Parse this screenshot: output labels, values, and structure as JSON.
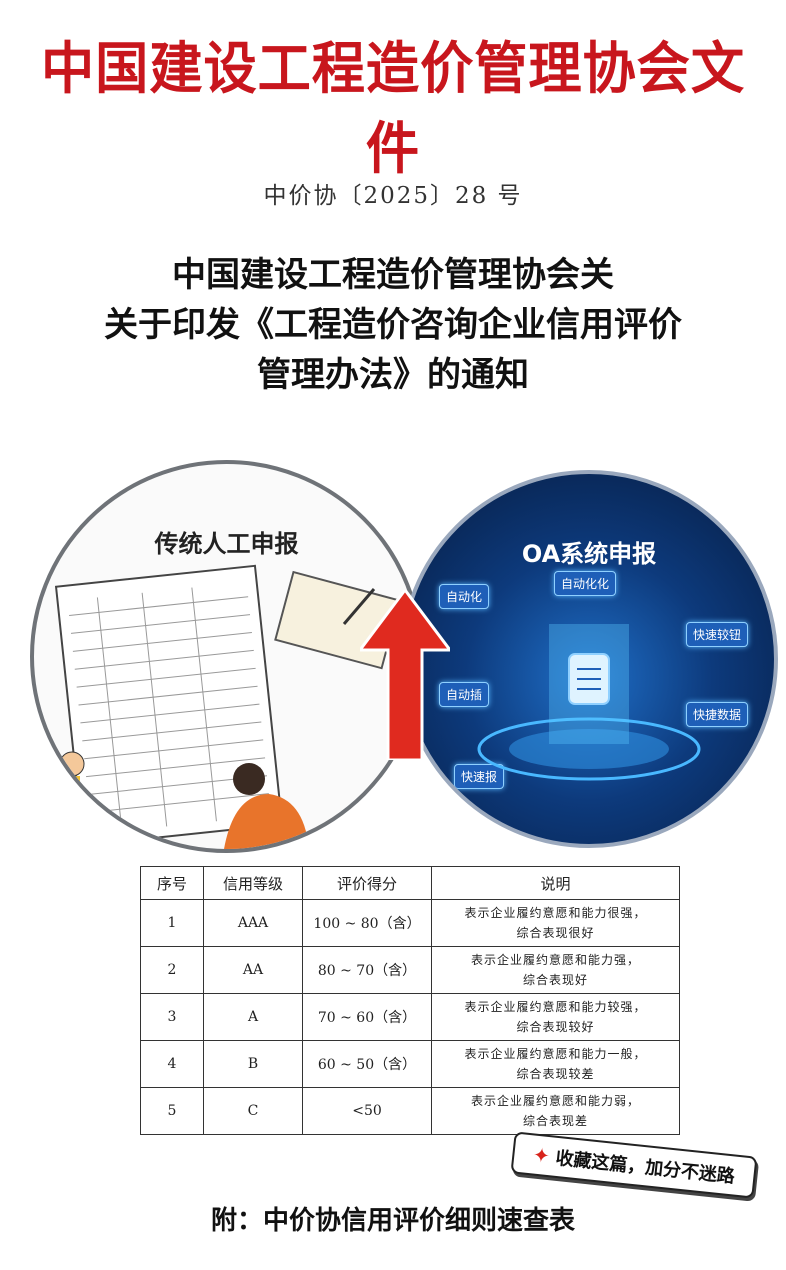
{
  "header": {
    "title": "中国建设工程造价管理协会文件"
  },
  "doc_number": "中价协〔2025〕28 号",
  "notice": {
    "line1": "中国建设工程造价管理协会关",
    "line2": "关于印发《工程造价咨询企业信用评价",
    "line3": "管理办法》的通知"
  },
  "illustration": {
    "left_label": "传统人工申报",
    "right_label": "OA系统申报",
    "oa_tags": [
      "自动化",
      "自动化化",
      "快速较钮",
      "自动插",
      "快捷数据",
      "快速报"
    ]
  },
  "table": {
    "headers": [
      "序号",
      "信用等级",
      "评价得分",
      "说明"
    ],
    "rows": [
      {
        "no": "1",
        "level": "AAA",
        "score": "100 ~ 80（含）",
        "desc1": "表示企业履约意愿和能力很强，",
        "desc2": "综合表现很好"
      },
      {
        "no": "2",
        "level": "AA",
        "score": "80 ~ 70（含）",
        "desc1": "表示企业履约意愿和能力强，",
        "desc2": "综合表现好"
      },
      {
        "no": "3",
        "level": "A",
        "score": "70 ~ 60（含）",
        "desc1": "表示企业履约意愿和能力较强，",
        "desc2": "综合表现较好"
      },
      {
        "no": "4",
        "level": "B",
        "score": "60 ~ 50（含）",
        "desc1": "表示企业履约意愿和能力一般，",
        "desc2": "综合表现较差"
      },
      {
        "no": "5",
        "level": "C",
        "score": "<50",
        "desc1": "表示企业履约意愿和能力弱，",
        "desc2": "综合表现差"
      }
    ]
  },
  "sticker": {
    "text": "收藏这篇，加分不迷路"
  },
  "footer": {
    "text": "附：中价协信用评价细则速查表"
  },
  "colors": {
    "header_red": "#c8161d",
    "oa_blue": "#0d3a7c",
    "arrow_red": "#e02a1f"
  }
}
